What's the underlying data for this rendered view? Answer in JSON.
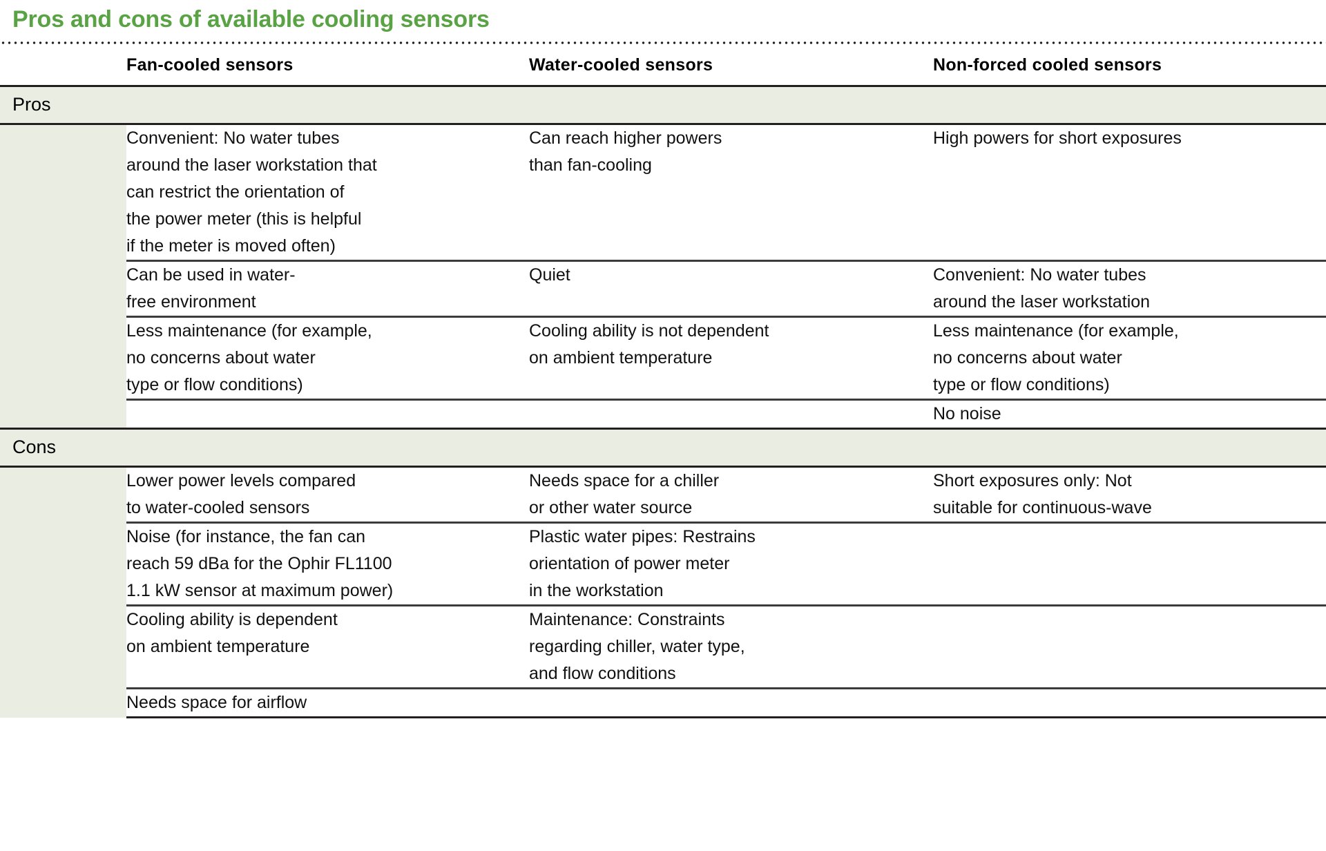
{
  "title": "Pros and cons of available cooling sensors",
  "colors": {
    "title_green": "#5AA345",
    "band_bg": "#EAEDE2",
    "rule": "#231F20",
    "text": "#000000"
  },
  "columns": [
    {
      "key": "band",
      "label": ""
    },
    {
      "key": "fan",
      "label": "Fan-cooled sensors"
    },
    {
      "key": "water",
      "label": "Water-cooled sensors"
    },
    {
      "key": "nonforced",
      "label": "Non-forced cooled sensors"
    }
  ],
  "sections": [
    {
      "label": "Pros",
      "rows": [
        {
          "fan": "Convenient: No water tubes\naround the laser workstation that\ncan restrict the orientation of\nthe power meter (this is helpful\nif the meter is moved often)",
          "water": "Can reach higher powers\nthan fan-cooling",
          "nonforced": "High powers for short exposures"
        },
        {
          "fan": "Can be used in water-\nfree environment",
          "water": "Quiet",
          "nonforced": "Convenient: No water tubes\naround the laser workstation"
        },
        {
          "fan": "Less maintenance (for example,\nno concerns about water\ntype or flow conditions)",
          "water": "Cooling ability is not dependent\non ambient temperature",
          "nonforced": "Less maintenance (for example,\nno concerns about water\ntype or flow conditions)"
        },
        {
          "fan": "",
          "water": "",
          "nonforced": "No noise"
        }
      ]
    },
    {
      "label": "Cons",
      "rows": [
        {
          "fan": "Lower power levels compared\nto water-cooled sensors",
          "water": "Needs space for a chiller\nor other water source",
          "nonforced": "Short exposures only: Not\nsuitable for continuous-wave"
        },
        {
          "fan": "Noise (for instance, the fan can\nreach 59 dBa for the Ophir FL1100\n1.1 kW sensor at maximum power)",
          "water": "Plastic water pipes: Restrains\norientation of power meter\nin the workstation",
          "nonforced": ""
        },
        {
          "fan": "Cooling ability is dependent\non ambient temperature",
          "water": "Maintenance: Constraints\nregarding chiller, water type,\nand flow conditions",
          "nonforced": ""
        },
        {
          "fan": "Needs space for airflow",
          "water": "",
          "nonforced": ""
        }
      ]
    }
  ]
}
